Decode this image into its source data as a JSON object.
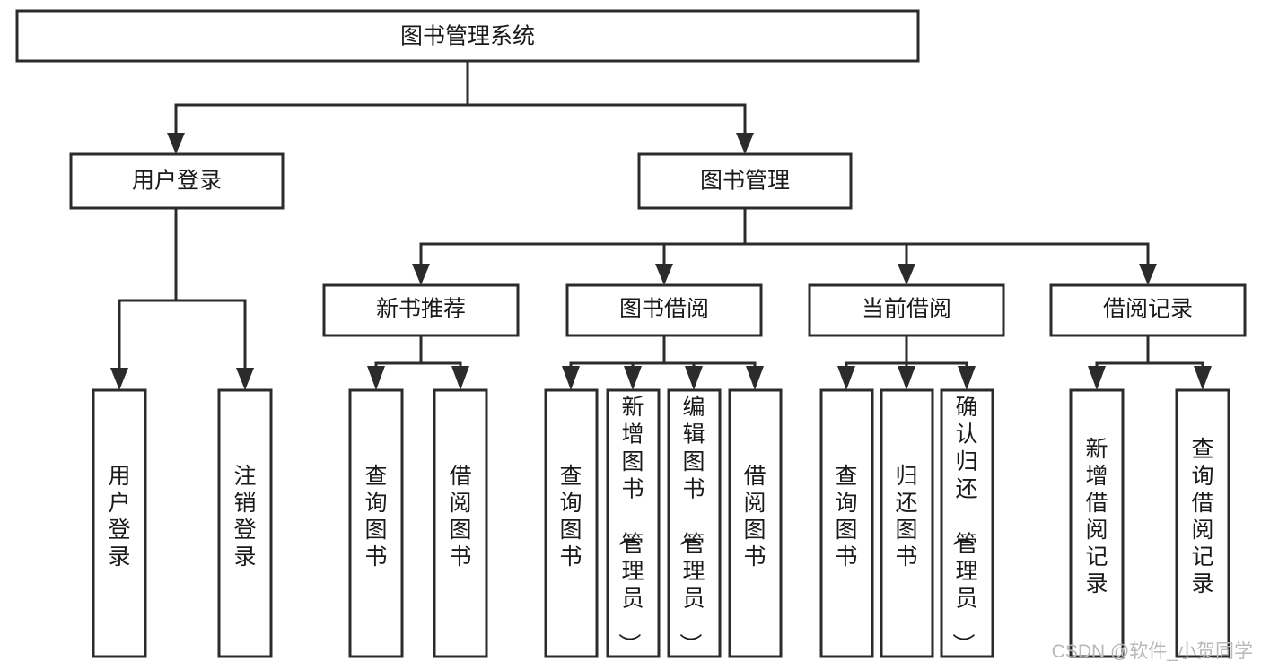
{
  "diagram": {
    "title": "图书管理系统",
    "type": "tree-hierarchy-chart",
    "orientation": "top-down",
    "levels": 4,
    "root": {
      "id": "root",
      "label": "图书管理系统"
    },
    "level2": [
      {
        "id": "user-login",
        "label": "用户登录"
      },
      {
        "id": "book-management",
        "label": "图书管理"
      }
    ],
    "level3": [
      {
        "id": "new-book-recommend",
        "label": "新书推荐",
        "parent": "book-management"
      },
      {
        "id": "book-borrow",
        "label": "图书借阅",
        "parent": "book-management"
      },
      {
        "id": "current-borrow",
        "label": "当前借阅",
        "parent": "book-management"
      },
      {
        "id": "borrow-record",
        "label": "借阅记录",
        "parent": "book-management"
      }
    ],
    "leaves": {
      "user-login": [
        {
          "id": "leaf-user-login",
          "label": "用户登录"
        },
        {
          "id": "leaf-user-logout",
          "label": "注销登录"
        }
      ],
      "new-book-recommend": [
        {
          "id": "leaf-query-book-1",
          "label": "查询图书"
        },
        {
          "id": "leaf-borrow-book-1",
          "label": "借阅图书"
        }
      ],
      "book-borrow": [
        {
          "id": "leaf-query-book-2",
          "label": "查询图书"
        },
        {
          "id": "leaf-add-book",
          "label": "新增图书（管理员）"
        },
        {
          "id": "leaf-edit-book",
          "label": "编辑图书（管理员）"
        },
        {
          "id": "leaf-borrow-book-2",
          "label": "借阅图书"
        }
      ],
      "current-borrow": [
        {
          "id": "leaf-query-book-3",
          "label": "查询图书"
        },
        {
          "id": "leaf-return-book",
          "label": "归还图书"
        },
        {
          "id": "leaf-confirm-return",
          "label": "确认归还（管理员）"
        }
      ],
      "borrow-record": [
        {
          "id": "leaf-add-record",
          "label": "新增借阅记录"
        },
        {
          "id": "leaf-query-record",
          "label": "查询借阅记录"
        }
      ]
    },
    "colors": {
      "box_stroke": "#2b2b2b",
      "box_fill": "#ffffff",
      "connector": "#2b2b2b",
      "text": "#1a1a1a",
      "background": "#ffffff",
      "watermark": "#b8b8b8"
    }
  },
  "watermark": {
    "text": "CSDN @软件_小贺同学"
  }
}
